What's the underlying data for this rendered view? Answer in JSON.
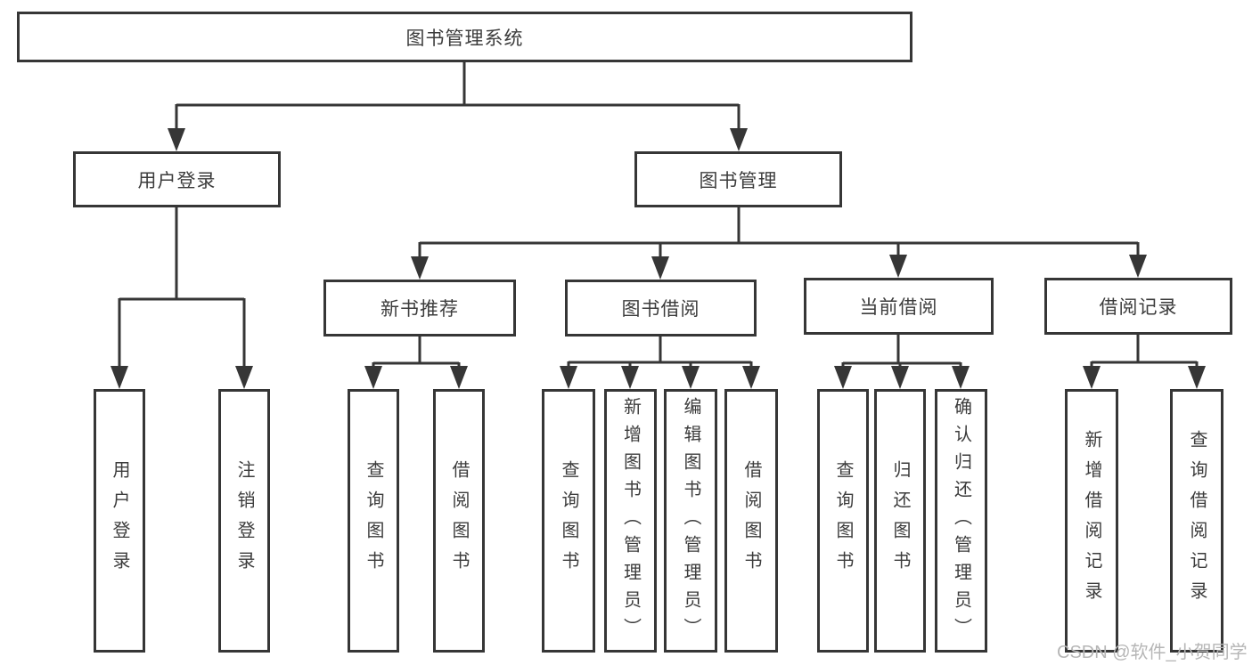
{
  "tree": {
    "root": {
      "label": "图书管理系统",
      "children": [
        {
          "label": "用户登录",
          "children": [
            {
              "label": "用户登录"
            },
            {
              "label": "注销登录"
            }
          ]
        },
        {
          "label": "图书管理",
          "children": [
            {
              "label": "新书推荐",
              "children": [
                {
                  "label": "查询图书"
                },
                {
                  "label": "借阅图书"
                }
              ]
            },
            {
              "label": "图书借阅",
              "children": [
                {
                  "label": "查询图书"
                },
                {
                  "label": "新增图书（管理员）"
                },
                {
                  "label": "编辑图书（管理员）"
                },
                {
                  "label": "借阅图书"
                }
              ]
            },
            {
              "label": "当前借阅",
              "children": [
                {
                  "label": "查询图书"
                },
                {
                  "label": "归还图书"
                },
                {
                  "label": "确认归还（管理员）"
                }
              ]
            },
            {
              "label": "借阅记录",
              "children": [
                {
                  "label": "新增借阅记录"
                },
                {
                  "label": "查询借阅记录"
                }
              ]
            }
          ]
        }
      ]
    }
  },
  "watermark": {
    "text": "CSDN @软件_小贺同学"
  },
  "colors": {
    "line": "#363636",
    "text": "#3c3c3c",
    "watermark": "#b6b6b6",
    "background": "#ffffff"
  }
}
